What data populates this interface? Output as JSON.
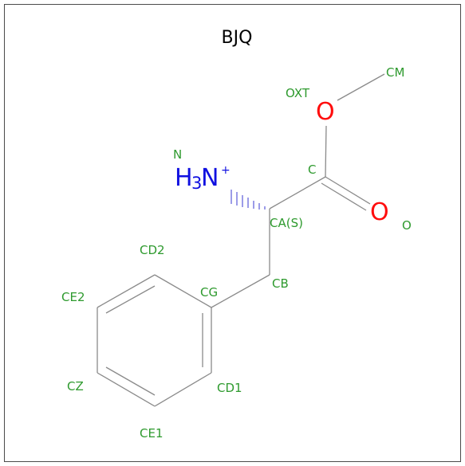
{
  "title": "BJQ",
  "colors": {
    "bond": "#8a8a8a",
    "label": "#2e9a2e",
    "oxygen": "#ff0d0d",
    "nitrogen": "#1010e0",
    "text": "#000000"
  },
  "atom_labels": {
    "cm": "CM",
    "oxt": "OXT",
    "c": "C",
    "o": "O",
    "n": "N",
    "ca": "CA(S)",
    "cb": "CB",
    "cg": "CG",
    "cd1": "CD1",
    "cd2": "CD2",
    "ce1": "CE1",
    "ce2": "CE2",
    "cz": "CZ"
  },
  "elements": {
    "oxt_symbol": "O",
    "o_symbol": "O",
    "amine_h": "H",
    "amine_sub": "3",
    "amine_n": "N",
    "amine_charge": "+"
  }
}
